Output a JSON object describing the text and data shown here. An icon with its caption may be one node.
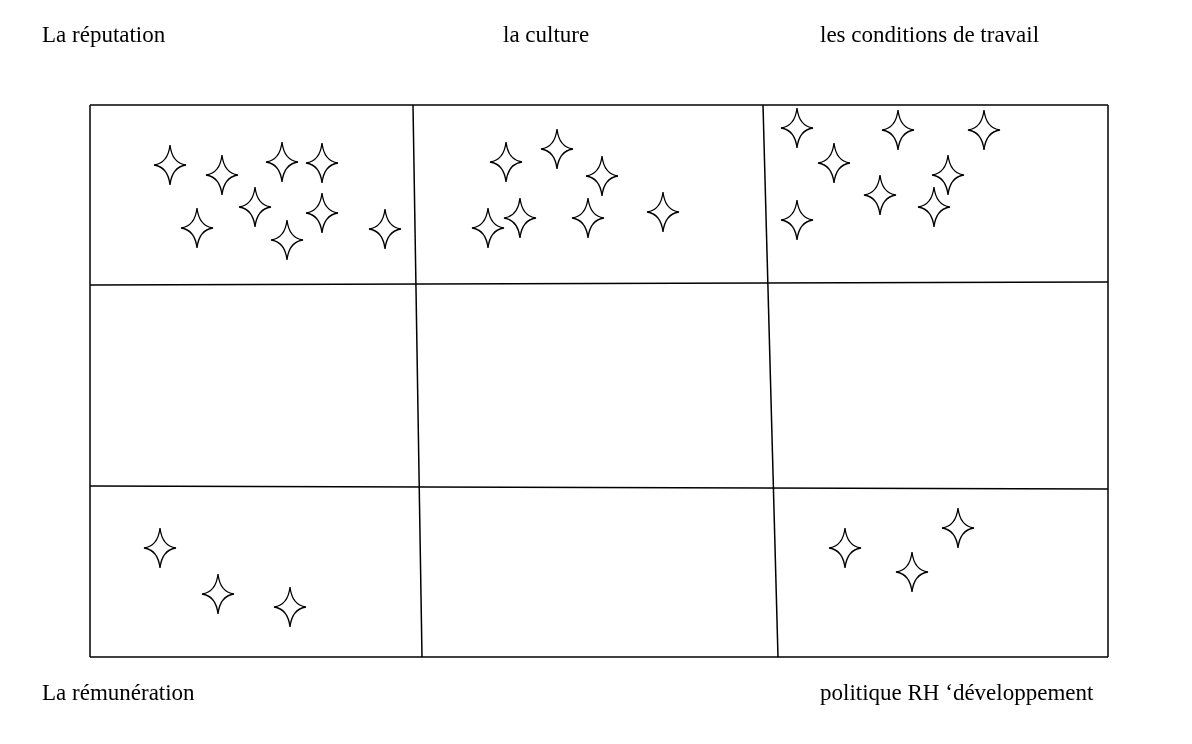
{
  "diagram": {
    "labels": [
      "La réputation",
      "la culture",
      "les conditions de travail",
      "La rémunération",
      "politique RH ‘développement"
    ]
  }
}
